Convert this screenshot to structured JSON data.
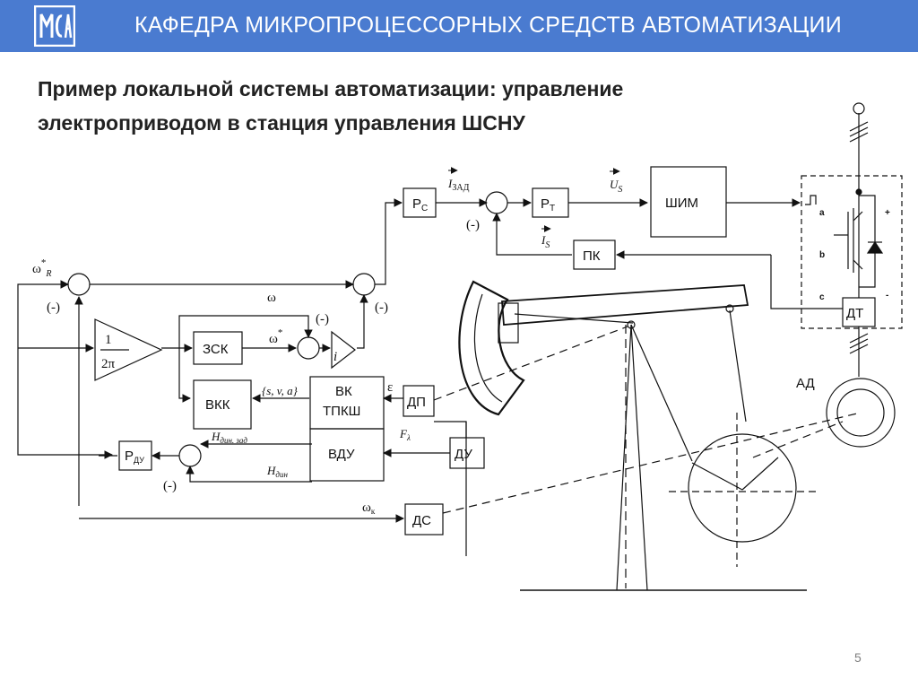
{
  "header": {
    "title": "КАФЕДРА МИКРОПРОЦЕССОРНЫХ СРЕДСТВ АВТОМАТИЗАЦИИ",
    "logo_text": "МСА",
    "bg_color": "#4a7bd0"
  },
  "slide": {
    "title": "Пример локальной системы автоматизации: управление электроприводом в станция управления ШСНУ",
    "page_number": "5"
  },
  "diagram": {
    "blocks": {
      "rc": "Р",
      "rc_sub": "С",
      "rt": "Р",
      "rt_sub": "Т",
      "shim": "ШИМ",
      "pk": "ПК",
      "zsk": "ЗСК",
      "vkk": "ВКК",
      "vk_line1": "ВК",
      "vk_line2": "ТПКШ",
      "vdu": "ВДУ",
      "dp": "ДП",
      "du": "ДУ",
      "ds": "ДС",
      "dt": "ДТ",
      "rdu": "Р",
      "rdu_sub": "ДУ",
      "gain_num": "1",
      "gain_den": "2π",
      "integrator": "i"
    },
    "signals": {
      "omega_r": "ω",
      "omega_r_sup": "*",
      "omega_r_sub": "R",
      "omega": "ω",
      "omega_star": "ω",
      "omega_star_sup": "*",
      "omega_k": "ω",
      "omega_k_sub": "к",
      "i_zad": "I",
      "i_zad_sub": "ЗАД",
      "u_s": "U",
      "u_s_sub": "S",
      "i_s": "I",
      "i_s_sub": "S",
      "epsilon": "ε",
      "f_lambda": "F",
      "f_lambda_sub": "λ",
      "h_din_zad": "H",
      "h_din_zad_sub": "дин. зад",
      "h_din": "H",
      "h_din_sub": "дин",
      "svc": "{s, v, a}",
      "minus": "(-)",
      "ad": "АД",
      "pin_a": "a",
      "pin_b": "b",
      "pin_c": "c",
      "plus_sign": "+",
      "minus_sign": "-"
    }
  }
}
